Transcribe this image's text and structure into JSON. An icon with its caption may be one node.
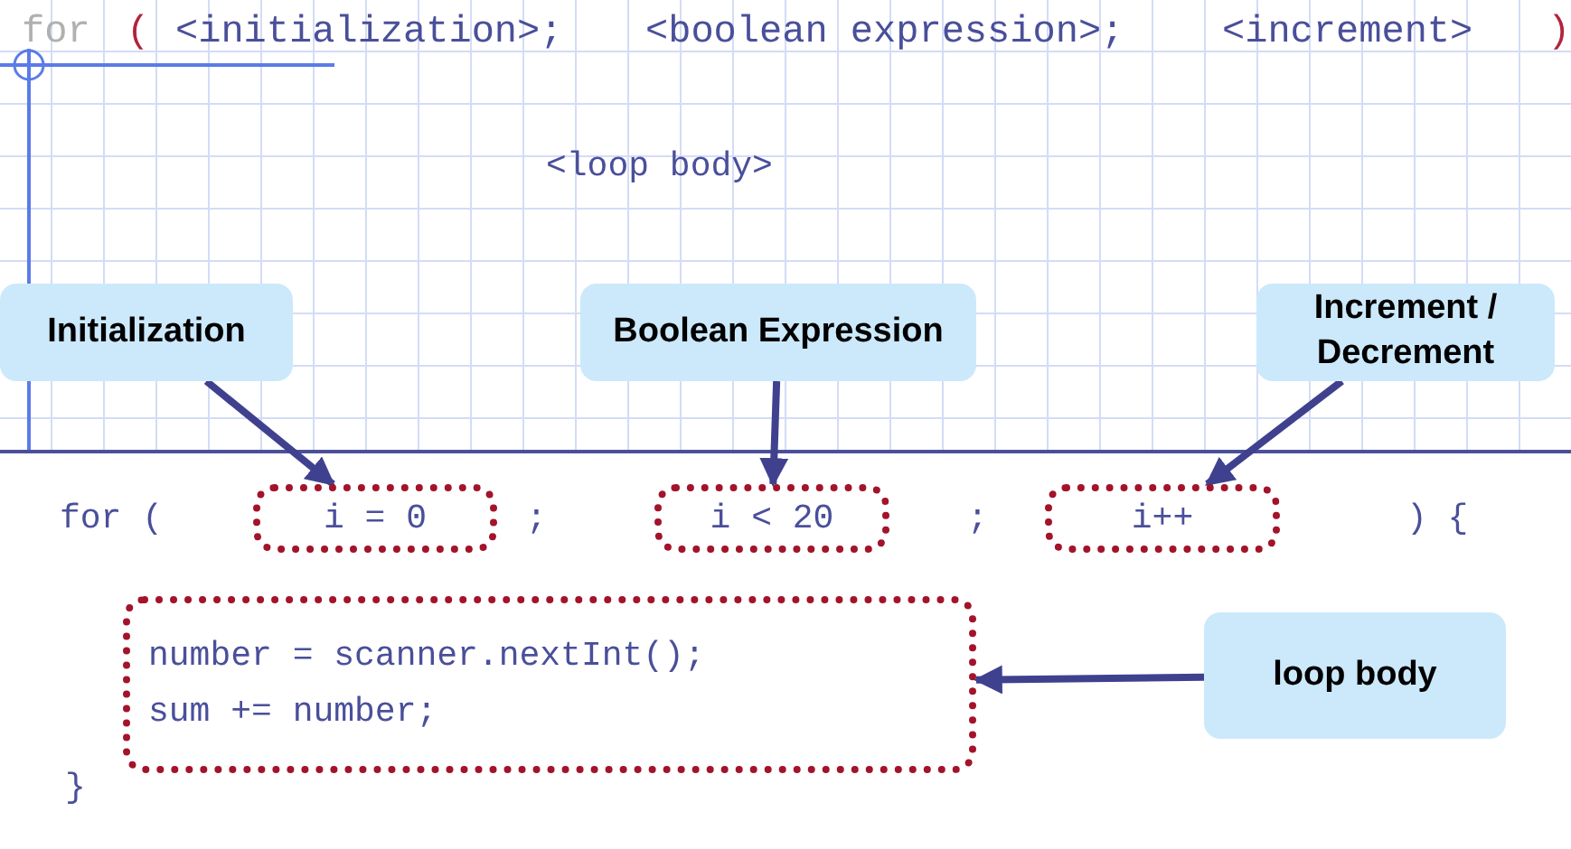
{
  "diagram": {
    "nodes": [
      {
        "text": [
          "Initialization"
        ]
      },
      {
        "text": [
          "Boolean Expression"
        ]
      },
      {
        "text": [
          "Increment / Decrement"
        ]
      },
      {
        "text": [
          "loop body"
        ]
      },
      {
        "text": [
          "i = 0"
        ]
      },
      {
        "text": [
          "i < 20"
        ]
      },
      {
        "text": [
          "i++"
        ]
      },
      {
        "text": [
          "number = scanner.nextInt();",
          "sum += number;"
        ]
      }
    ],
    "edges": [
      {
        "from": 0,
        "to": 4,
        "arrow": "to"
      },
      {
        "from": 1,
        "to": 5,
        "arrow": "to"
      },
      {
        "from": 2,
        "to": 6,
        "arrow": "to"
      },
      {
        "from": 3,
        "to": 7,
        "arrow": "to"
      }
    ],
    "labels": [
      "for",
      "(",
      "<initialization>;",
      "<boolean expression>;",
      "<increment>",
      ")",
      "<loop body>",
      "for (",
      ";",
      ";",
      ") {",
      "}"
    ]
  }
}
